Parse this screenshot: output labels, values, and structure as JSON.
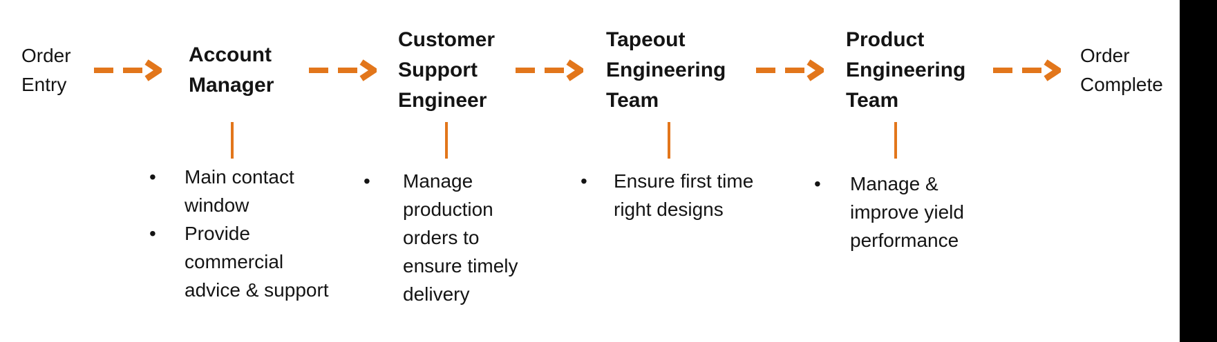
{
  "palette": {
    "accent": "#E2761B",
    "text": "#141414",
    "bar_black": "#000000",
    "background": "#FFFFFF"
  },
  "glyphs": {
    "bullet": "•"
  },
  "flow": {
    "start": {
      "label": "Order Entry",
      "lines": [
        "Order",
        "Entry"
      ]
    },
    "end": {
      "label": "Order Complete",
      "lines": [
        "Order",
        "Complete"
      ]
    },
    "stages": [
      {
        "title": "Account Manager",
        "title_lines": [
          "Account",
          "Manager"
        ],
        "bullets": [
          {
            "text": "Main contact window",
            "lines": [
              "Main contact",
              "window"
            ]
          },
          {
            "text": "Provide commercial advice & support",
            "lines": [
              "Provide",
              "commercial",
              "advice & support"
            ]
          }
        ]
      },
      {
        "title": "Customer Support Engineer",
        "title_lines": [
          "Customer",
          "Support",
          "Engineer"
        ],
        "bullets": [
          {
            "text": "Manage production orders to ensure timely delivery",
            "lines": [
              "Manage",
              "production",
              "orders to",
              "ensure timely",
              "delivery"
            ]
          }
        ]
      },
      {
        "title": "Tapeout Engineering Team",
        "title_lines": [
          "Tapeout",
          "Engineering",
          "Team"
        ],
        "bullets": [
          {
            "text": "Ensure first time right designs",
            "lines": [
              "Ensure first time",
              "right designs"
            ]
          }
        ]
      },
      {
        "title": "Product Engineering Team",
        "title_lines": [
          "Product",
          "Engineering",
          "Team"
        ],
        "bullets": [
          {
            "text": "Manage & improve yield performance",
            "lines": [
              "Manage &",
              "improve yield",
              "performance"
            ]
          }
        ]
      }
    ]
  }
}
